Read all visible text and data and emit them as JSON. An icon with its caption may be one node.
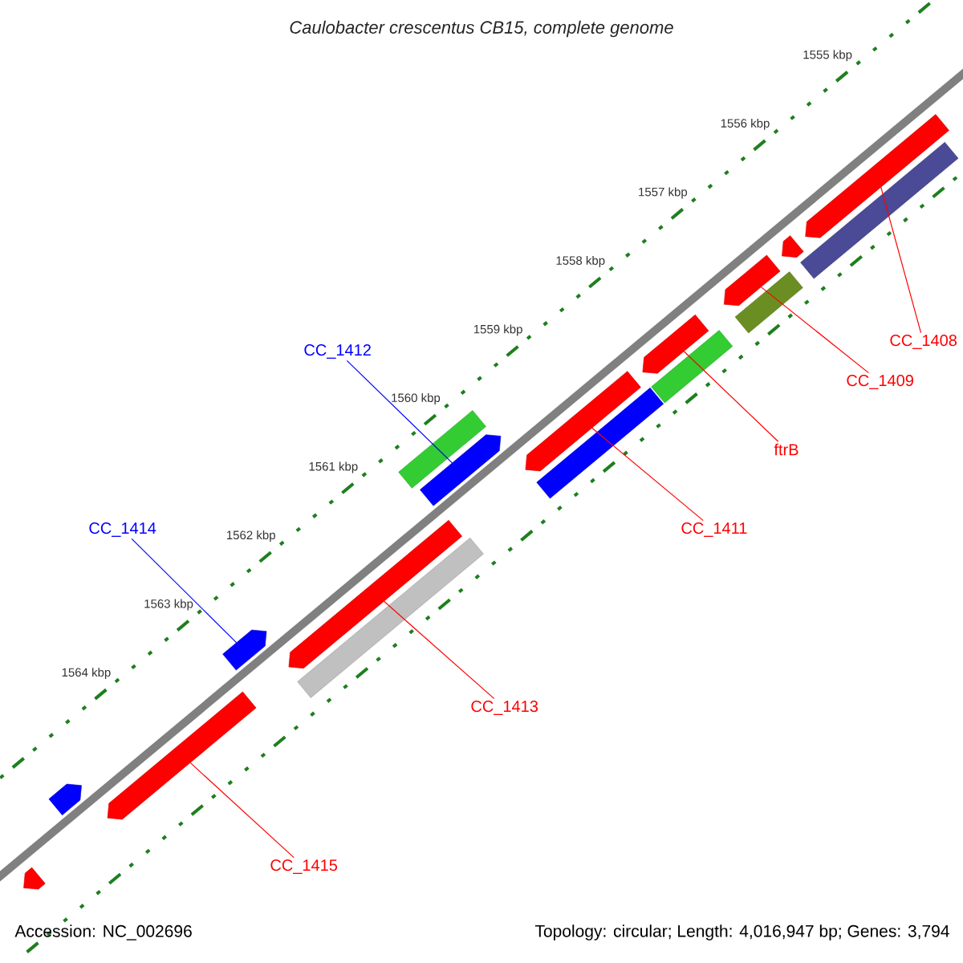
{
  "diagram": {
    "title": "Caulobacter crescentus CB15, complete genome",
    "nodes": [
      {
        "text": [
          "CC_1408"
        ]
      },
      {
        "text": [
          "CC_1412"
        ]
      },
      {
        "text": [
          "CC_1409"
        ]
      },
      {
        "text": [
          "ftrB"
        ]
      },
      {
        "text": [
          "CC_1411"
        ]
      },
      {
        "text": [
          "CC_1414"
        ]
      },
      {
        "text": [
          "CC_1413"
        ]
      },
      {
        "text": [
          "CC_1415"
        ]
      },
      {
        "text": [],
        "shape": "bar"
      },
      {
        "text": [],
        "shape": "bar"
      },
      {
        "text": [],
        "shape": "bar"
      },
      {
        "text": [],
        "shape": "bar"
      },
      {
        "text": [],
        "shape": "bar"
      },
      {
        "text": [],
        "shape": "bar"
      },
      {
        "text": [],
        "shape": "bar"
      },
      {
        "text": [],
        "shape": "bar"
      },
      {
        "text": [],
        "shape": "bar"
      },
      {
        "text": [],
        "shape": "bar"
      },
      {
        "text": [],
        "shape": "bar"
      },
      {
        "text": [],
        "shape": "bar"
      },
      {
        "text": [],
        "shape": "bar"
      },
      {
        "text": [],
        "shape": "bar"
      },
      {
        "text": [],
        "shape": "bar"
      },
      {
        "text": [],
        "shape": "bar"
      },
      {
        "text": [],
        "shape": "bar"
      }
    ],
    "edges": [
      {
        "from": 0,
        "to": 23,
        "arrow": "none"
      },
      {
        "from": 1,
        "to": 15,
        "arrow": "none",
        "color": "#0000ff"
      },
      {
        "from": 2,
        "to": 20,
        "arrow": "none"
      },
      {
        "from": 3,
        "to": 18,
        "arrow": "none"
      },
      {
        "from": 4,
        "to": 16,
        "arrow": "none"
      },
      {
        "from": 5,
        "to": 11,
        "arrow": "none",
        "color": "#0000ff"
      },
      {
        "from": 6,
        "to": 12,
        "arrow": "none"
      },
      {
        "from": 7,
        "to": 10,
        "arrow": "none"
      }
    ],
    "labels": [
      "1555 kbp",
      "1556 kbp",
      "1557 kbp",
      "1558 kbp",
      "1559 kbp",
      "1560 kbp",
      "1561 kbp",
      "1562 kbp",
      "1563 kbp",
      "1564 kbp",
      "Accession: NC_002696",
      "Topology: circular; Length: 4,016,947 bp; Genes: 3,794"
    ]
  }
}
